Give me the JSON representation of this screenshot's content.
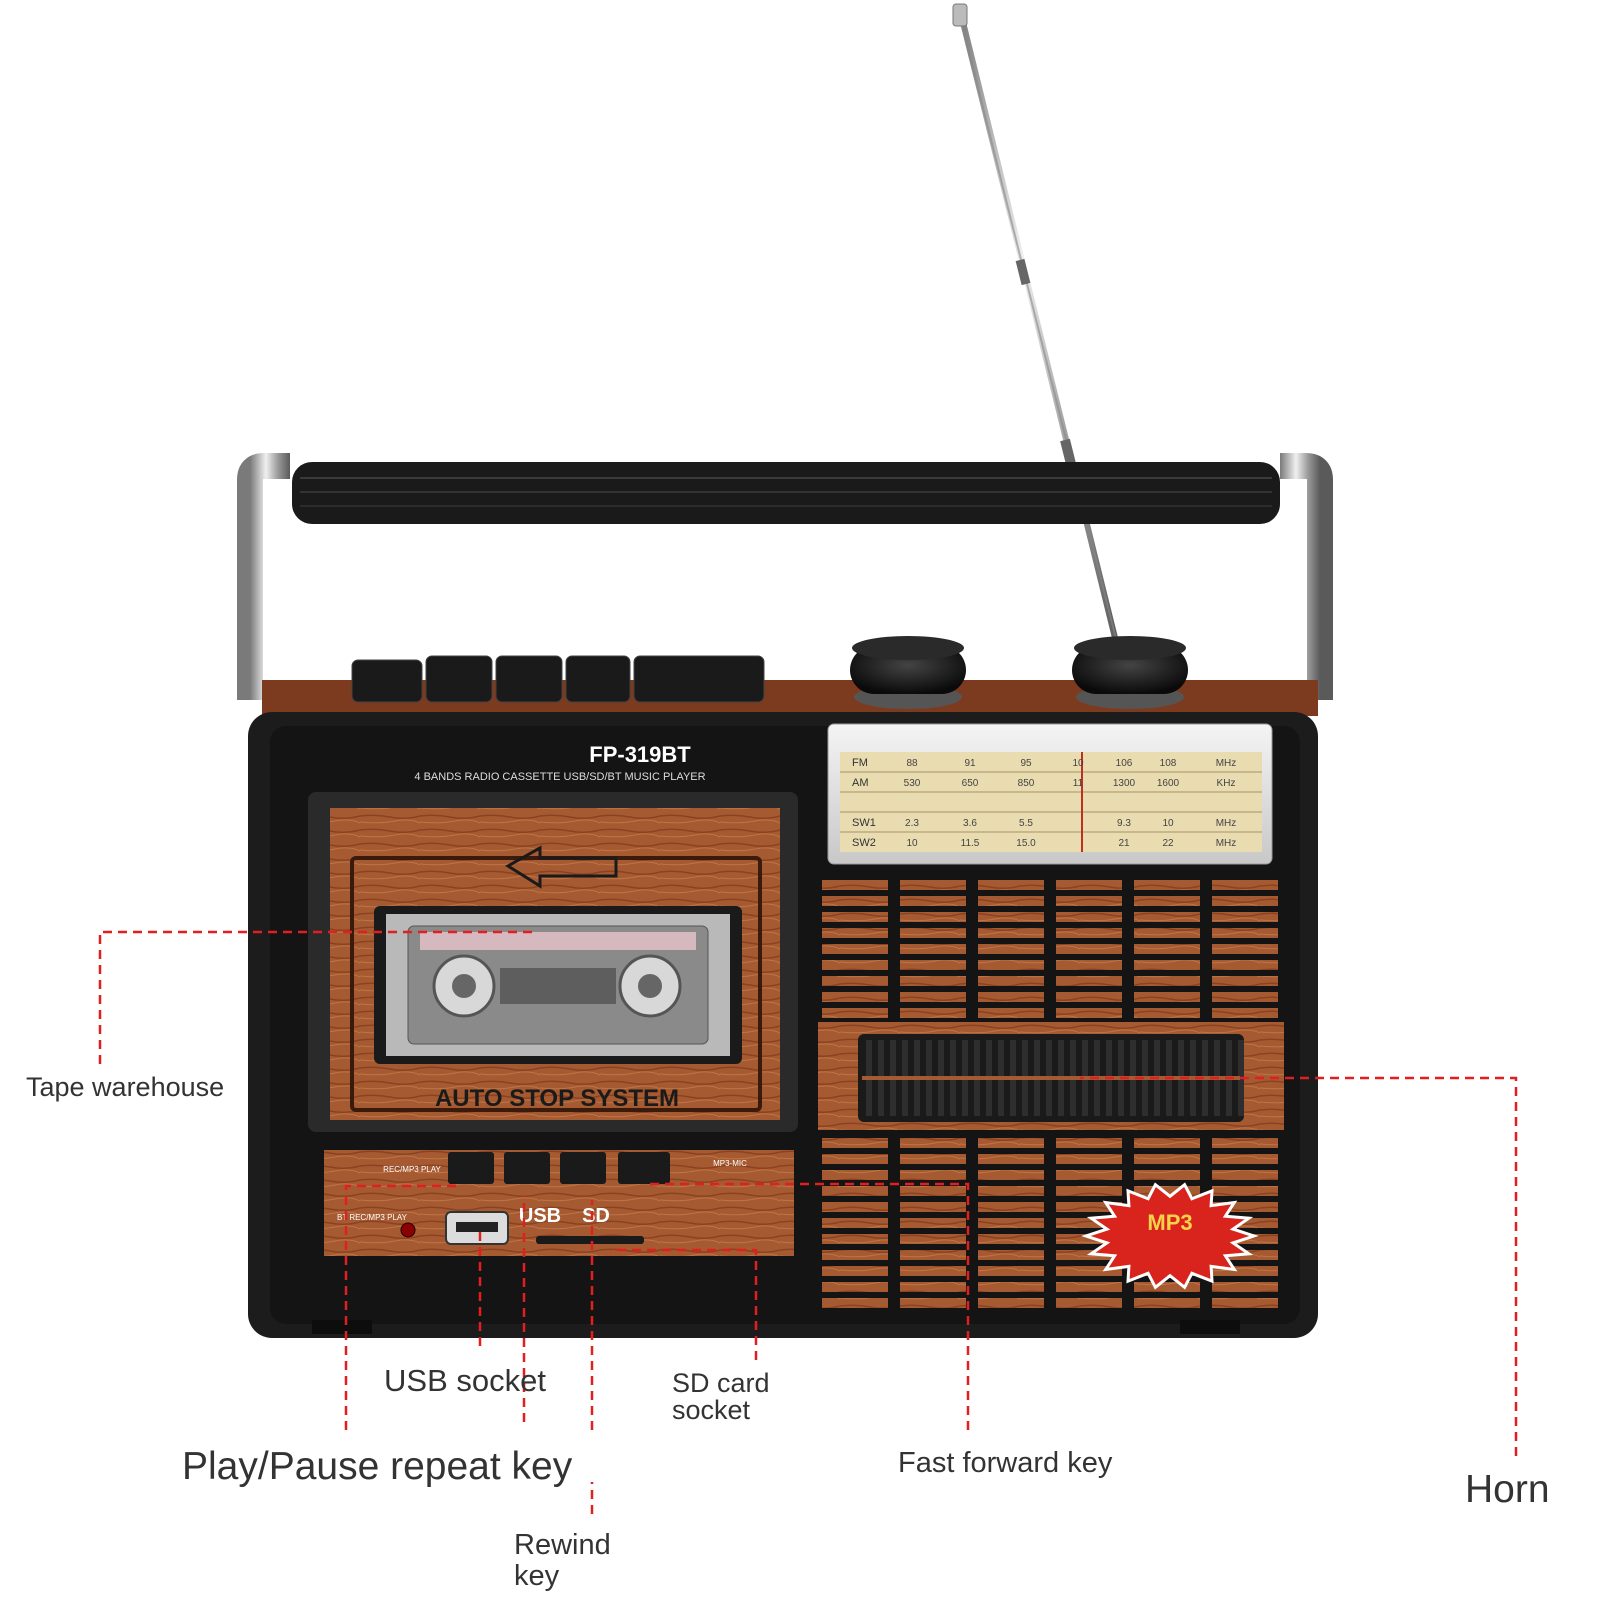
{
  "device": {
    "model": "FP-319BT",
    "subtitle": "4 BANDS RADIO CASSETTE USB/SD/BT MUSIC PLAYER",
    "auto_stop": "AUTO STOP SYSTEM",
    "mp3_badge": "MP3",
    "usb_text": "USB",
    "sd_text": "SD",
    "panel_labels": {
      "rec_mp3_play": "REC/MP3 PLAY",
      "bt_rec": "BT REC/MP3 PLAY",
      "mp3_mic": "MP3-MIC"
    },
    "dial": {
      "bands": [
        "FM",
        "AM",
        "SW1",
        "SW2"
      ],
      "fm_marks": [
        "88",
        "91",
        "95",
        "10",
        "106",
        "108",
        "MHz"
      ],
      "am_marks": [
        "530",
        "650",
        "850",
        "11",
        "1300",
        "1600",
        "KHz"
      ],
      "sw1_marks": [
        "2.3",
        "3.6",
        "5.5",
        "",
        "9.3",
        "10",
        "MHz"
      ],
      "sw2_marks": [
        "10",
        "11.5",
        "15.0",
        "",
        "21",
        "22",
        "MHz"
      ]
    }
  },
  "callouts": {
    "tape": "Tape warehouse",
    "usb": "USB socket",
    "sd": "SD card socket",
    "play": "Play/Pause repeat key",
    "ff": "Fast forward key",
    "horn": "Horn",
    "rewind": "Rewind key"
  },
  "colors": {
    "wood": "#a4532c",
    "wood_dark": "#7a3a1c",
    "body": "#1e1e1e",
    "chrome": "#c9c9c9",
    "dial_bg": "#e9dcb0",
    "callout_line": "#e02020"
  }
}
